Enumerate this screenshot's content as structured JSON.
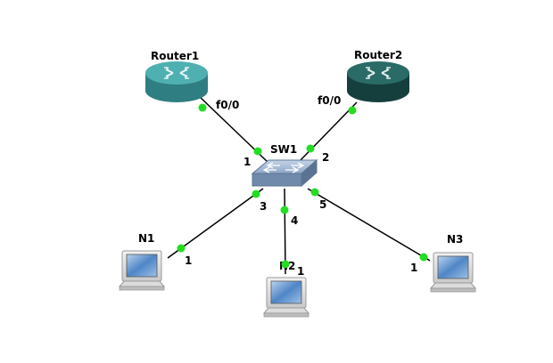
{
  "nodes": {
    "router1": {
      "name": "Router1",
      "icon": "router-icon",
      "color": "#3e9b9e"
    },
    "router2": {
      "name": "Router2",
      "icon": "router-icon",
      "color": "#1e5a57"
    },
    "sw1": {
      "name": "SW1",
      "icon": "switch-icon",
      "color": "#8fa8c8"
    },
    "n1": {
      "name": "N1",
      "icon": "laptop-icon"
    },
    "n2": {
      "name": "N2",
      "icon": "laptop-icon"
    },
    "n3": {
      "name": "N3",
      "icon": "laptop-icon"
    }
  },
  "links": [
    {
      "id": "r1-sw1",
      "a_port": "f0/0",
      "b_port": "1"
    },
    {
      "id": "r2-sw1",
      "a_port": "f0/0",
      "b_port": "2"
    },
    {
      "id": "sw1-n1",
      "a_port": "3",
      "b_port": "1"
    },
    {
      "id": "sw1-n2",
      "a_port": "4",
      "b_port": "1"
    },
    {
      "id": "sw1-n3",
      "a_port": "5",
      "b_port": "1"
    }
  ],
  "colors": {
    "link": "#000000",
    "port_dot": "#22dd22"
  }
}
